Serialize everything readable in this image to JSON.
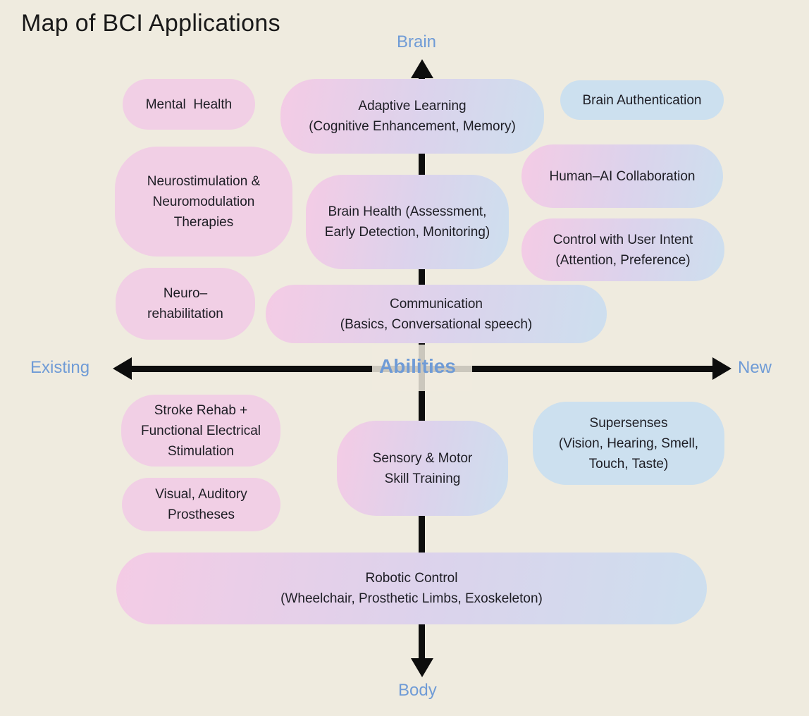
{
  "title": "Map of BCI Applications",
  "axes": {
    "top_label": "Brain",
    "bottom_label": "Body",
    "left_label": "Existing",
    "right_label": "New",
    "center_label": "Abilities"
  },
  "colors": {
    "background": "#EFEBDF",
    "axis_label": "#6F9BD6",
    "arrow": "#0D0D0D",
    "pink": "#F1CFE5",
    "blue": "#CCE0EF",
    "gradient_start": "#F4CBE5",
    "gradient_mid": "#DBD3EC",
    "gradient_end": "#CDDFEE",
    "bubble_text": "#1D1D24"
  },
  "bubbles": {
    "mental_health": {
      "label": "Mental  Health",
      "fill": "pink"
    },
    "adaptive_learning": {
      "label": "Adaptive Learning\n(Cognitive Enhancement, Memory)",
      "fill": "gradient"
    },
    "brain_authentication": {
      "label": "Brain Authentication",
      "fill": "blue"
    },
    "neurostimulation": {
      "label": "Neurostimulation &\nNeuromodulation\nTherapies",
      "fill": "pink"
    },
    "human_ai_collaboration": {
      "label": "Human–AI Collaboration",
      "fill": "gradient"
    },
    "brain_health": {
      "label": "Brain Health (Assessment,\nEarly Detection, Monitoring)",
      "fill": "gradient"
    },
    "control_with_user_intent": {
      "label": "Control with User Intent\n(Attention, Preference)",
      "fill": "gradient"
    },
    "neuro_rehabilitation": {
      "label": "Neuro–\nrehabilitation",
      "fill": "pink"
    },
    "communication": {
      "label": "Communication\n(Basics, Conversational speech)",
      "fill": "gradient"
    },
    "stroke_rehab": {
      "label": "Stroke Rehab +\nFunctional Electrical\nStimulation",
      "fill": "pink"
    },
    "sensory_motor": {
      "label": "Sensory & Motor\nSkill Training",
      "fill": "gradient"
    },
    "supersenses": {
      "label": "Supersenses\n(Vision, Hearing, Smell,\nTouch, Taste)",
      "fill": "blue"
    },
    "visual_auditory_prostheses": {
      "label": "Visual, Auditory\nProstheses",
      "fill": "pink"
    },
    "robotic_control": {
      "label": "Robotic Control\n(Wheelchair, Prosthetic Limbs, Exoskeleton)",
      "fill": "gradient"
    }
  }
}
